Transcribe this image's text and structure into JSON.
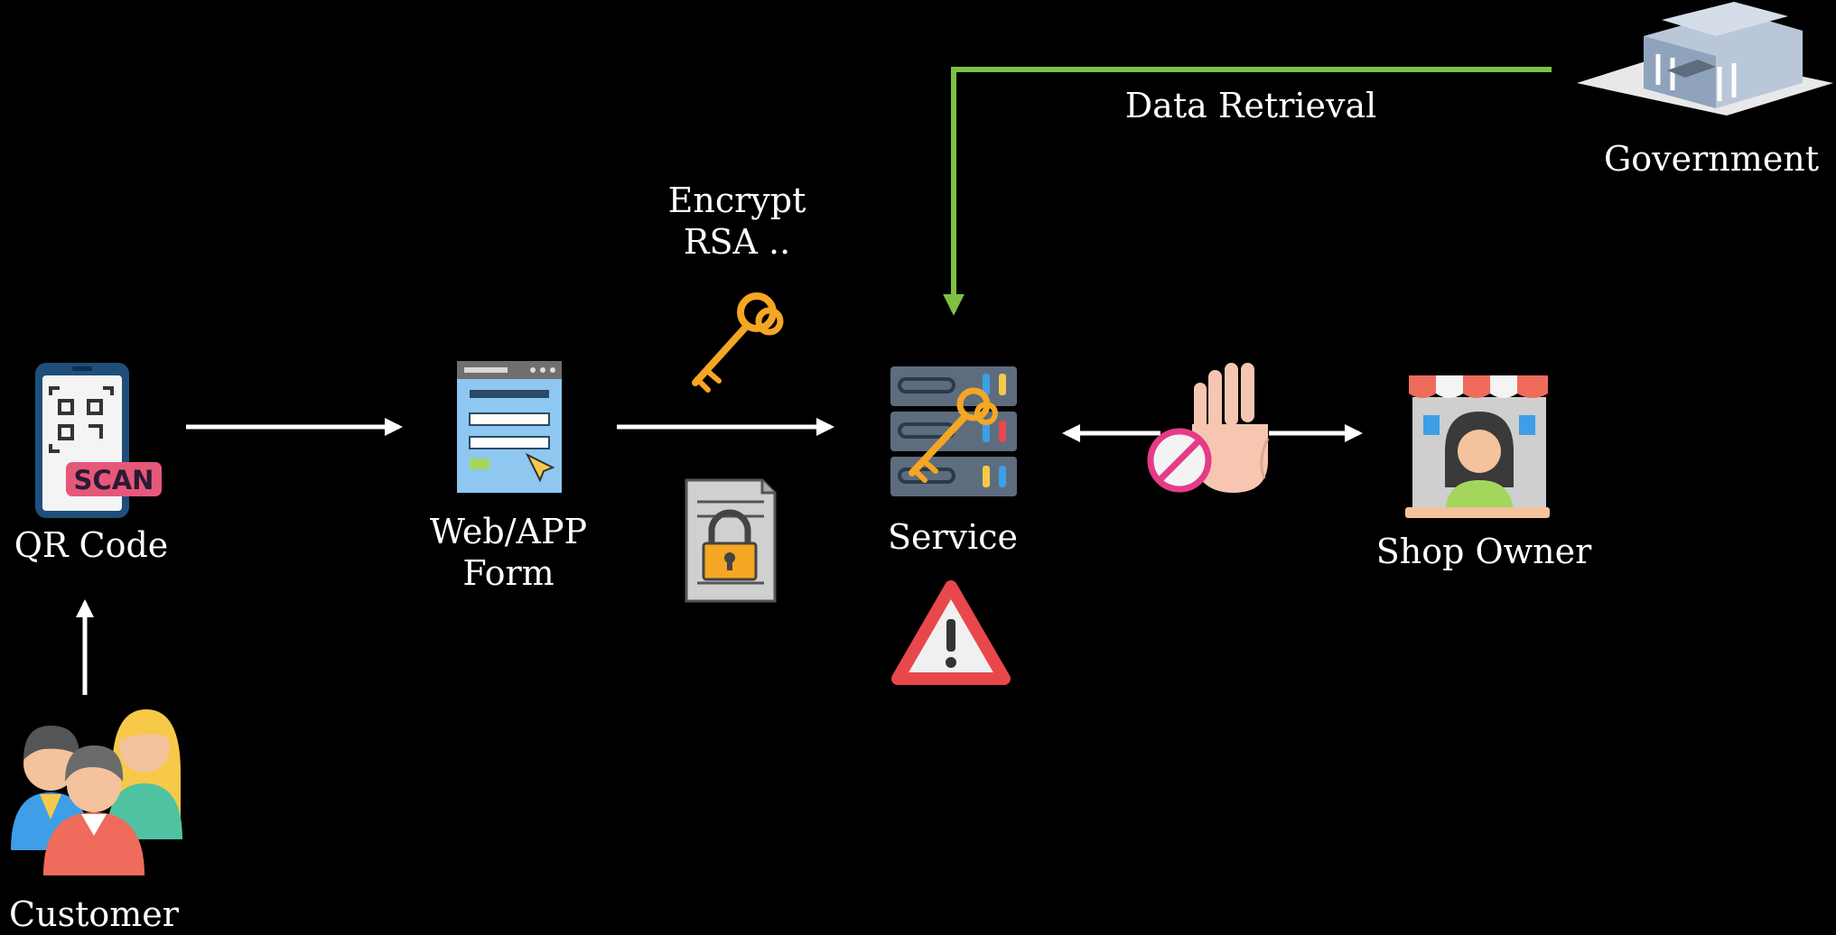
{
  "colors": {
    "background": "#000000",
    "arrow": "#ffffff",
    "retrieval_line": "#7dc142",
    "key": "#f5a623",
    "warning": "#e8474c"
  },
  "nodes": {
    "qr_code": {
      "label": "QR Code",
      "icon": "qr-scan-phone-icon"
    },
    "customer": {
      "label": "Customer",
      "icon": "customer-group-icon"
    },
    "form": {
      "label_line1": "Web/APP",
      "label_line2": "Form",
      "icon": "web-form-icon"
    },
    "service": {
      "label": "Service",
      "icon": "server-key-icon"
    },
    "shop_owner": {
      "label": "Shop Owner",
      "icon": "shop-owner-icon"
    },
    "government": {
      "label": "Government",
      "icon": "government-building-icon"
    }
  },
  "annotations": {
    "encrypt_line1": "Encrypt",
    "encrypt_line2": "RSA ..",
    "data_retrieval": "Data Retrieval"
  },
  "icons": {
    "key": "key-icon",
    "locked_document": "locked-document-icon",
    "stop_hand": "stop-hand-icon",
    "no_access": "no-access-icon",
    "warning": "warning-icon"
  }
}
